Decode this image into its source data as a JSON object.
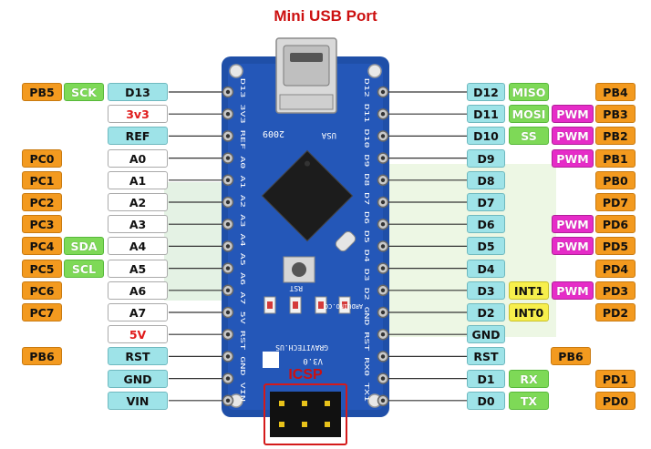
{
  "title": "Mini USB Port",
  "icsp_label": "ICSP",
  "board": {
    "silk_top_left": "D13 3V3 REF A0 A1 A2 A3 A4 A5 A6 A7 5V RST GND VIN",
    "silk_right": "D12 D11 D10 D9 D8 D7 D6 D5 D4 D3 D2 GND RST RX0 TX1",
    "year": "2009",
    "made_in": "USA",
    "rst_label": "RST",
    "brand": "GRAVITECH.US",
    "model": "ARDUINO.CC",
    "version": "V3.0",
    "leds": [
      "PWR",
      "RX",
      "TX",
      "L"
    ]
  },
  "colors": {
    "orange": "#f39a1f",
    "green": "#7ed957",
    "cyan": "#9ee3e8",
    "magenta": "#e62cc8",
    "yellow": "#f7ef4c",
    "white": "#ffffff",
    "power_text": "#e01b1b",
    "board_blue": "#1f4fa8"
  },
  "left_pins": [
    {
      "pin": "D13",
      "style": "cyan",
      "func": "SCK",
      "port": "PB5"
    },
    {
      "pin": "3v3",
      "style": "power",
      "func": "",
      "port": ""
    },
    {
      "pin": "REF",
      "style": "cyan",
      "func": "",
      "port": ""
    },
    {
      "pin": "A0",
      "style": "white",
      "func": "",
      "port": "PC0"
    },
    {
      "pin": "A1",
      "style": "white",
      "func": "",
      "port": "PC1"
    },
    {
      "pin": "A2",
      "style": "white",
      "func": "",
      "port": "PC2"
    },
    {
      "pin": "A3",
      "style": "white",
      "func": "",
      "port": "PC3"
    },
    {
      "pin": "A4",
      "style": "white",
      "func": "SDA",
      "port": "PC4"
    },
    {
      "pin": "A5",
      "style": "white",
      "func": "SCL",
      "port": "PC5"
    },
    {
      "pin": "A6",
      "style": "white",
      "func": "",
      "port": "PC6"
    },
    {
      "pin": "A7",
      "style": "white",
      "func": "",
      "port": "PC7"
    },
    {
      "pin": "5V",
      "style": "power",
      "func": "",
      "port": ""
    },
    {
      "pin": "RST",
      "style": "cyan",
      "func": "",
      "port": "PB6"
    },
    {
      "pin": "GND",
      "style": "cyan",
      "func": "",
      "port": ""
    },
    {
      "pin": "VIN",
      "style": "cyan",
      "func": "",
      "port": ""
    }
  ],
  "right_pins": [
    {
      "pin": "D12",
      "style": "cyan",
      "func": "MISO",
      "pwm": "",
      "port": "PB4"
    },
    {
      "pin": "D11",
      "style": "green",
      "func": "MOSI",
      "pwm": "PWM",
      "port": "PB3"
    },
    {
      "pin": "D10",
      "style": "green",
      "func": "SS",
      "pwm": "PWM",
      "port": "PB2"
    },
    {
      "pin": "D9",
      "style": "green",
      "func": "",
      "pwm": "PWM",
      "port": "PB1"
    },
    {
      "pin": "D8",
      "style": "green",
      "func": "",
      "pwm": "",
      "port": "PB0"
    },
    {
      "pin": "D7",
      "style": "green",
      "func": "",
      "pwm": "",
      "port": "PD7"
    },
    {
      "pin": "D6",
      "style": "green",
      "func": "",
      "pwm": "PWM",
      "port": "PD6"
    },
    {
      "pin": "D5",
      "style": "green",
      "func": "",
      "pwm": "PWM",
      "port": "PD5"
    },
    {
      "pin": "D4",
      "style": "green",
      "func": "",
      "pwm": "",
      "port": "PD4"
    },
    {
      "pin": "D3",
      "style": "green",
      "func": "INT1",
      "pwm": "PWM",
      "port": "PD3"
    },
    {
      "pin": "D2",
      "style": "green",
      "func": "INT0",
      "pwm": "",
      "port": "PD2"
    },
    {
      "pin": "GND",
      "style": "green",
      "func": "",
      "pwm": "",
      "port": ""
    },
    {
      "pin": "RST",
      "style": "cyan",
      "func": "",
      "pwm": "",
      "port": "PB6"
    },
    {
      "pin": "D1",
      "style": "green",
      "func": "RX",
      "pwm": "",
      "port": "PD1"
    },
    {
      "pin": "D0",
      "style": "green",
      "func": "TX",
      "pwm": "",
      "port": "PD0"
    }
  ]
}
